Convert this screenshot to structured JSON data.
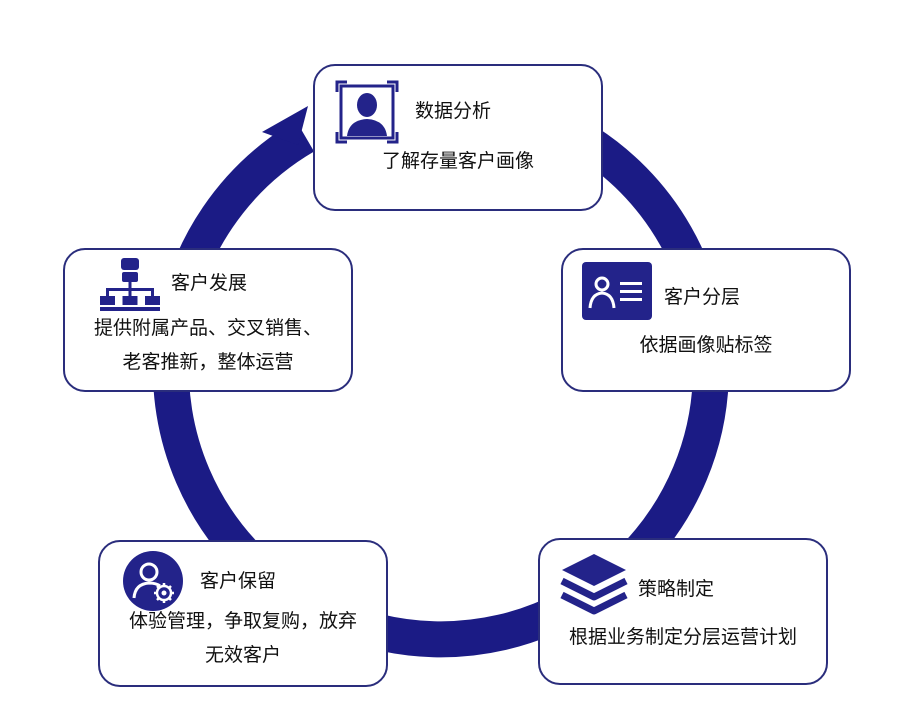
{
  "colors": {
    "ring": "#1b1b85",
    "card_border": "#2a2d7c",
    "icon": "#23238a",
    "text": "#111111"
  },
  "nodes": {
    "data_analysis": {
      "icon": "person-portrait-icon",
      "title": "数据分析",
      "desc": [
        "了解存量客户画像"
      ]
    },
    "customer_segmentation": {
      "icon": "id-card-icon",
      "title": "客户分层",
      "desc": [
        "依据画像贴标签"
      ]
    },
    "strategy": {
      "icon": "layers-icon",
      "title": "策略制定",
      "desc": [
        "根据业务制定分层运营计划"
      ]
    },
    "retention": {
      "icon": "user-gear-icon",
      "title": "客户保留",
      "desc": [
        "体验管理，争取复购，放弃",
        "无效客户"
      ]
    },
    "development": {
      "icon": "org-chart-icon",
      "title": "客户发展",
      "desc": [
        "提供附属产品、交叉销售、",
        "老客推新，整体运营"
      ]
    }
  }
}
